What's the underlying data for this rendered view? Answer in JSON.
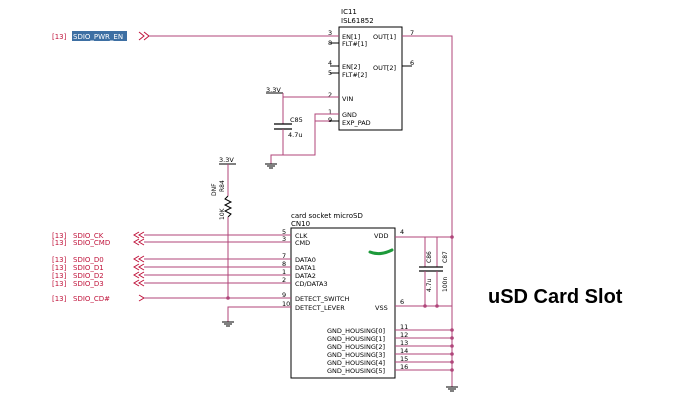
{
  "title": "uSD Card Slot",
  "ic11": {
    "ref": "IC11",
    "part": "ISL61852",
    "pins_left": [
      {
        "num": "3",
        "name": "EN[1]"
      },
      {
        "num": "8",
        "name": "FLT#[1]"
      },
      {
        "num": "4",
        "name": "EN[2]"
      },
      {
        "num": "5",
        "name": "FLT#[2]"
      },
      {
        "num": "2",
        "name": "VIN"
      },
      {
        "num": "1",
        "name": "GND"
      },
      {
        "num": "9",
        "name": "EXP_PAD"
      }
    ],
    "pins_right": [
      {
        "num": "7",
        "name": "OUT[1]"
      },
      {
        "num": "6",
        "name": "OUT[2]"
      }
    ]
  },
  "nets": {
    "sdio_pwr_en": {
      "sheet": "[13]",
      "name": "SDIO_PWR_EN"
    },
    "left": [
      {
        "sheet": "[13]",
        "name": "SDIO_CK"
      },
      {
        "sheet": "[13]",
        "name": "SDIO_CMD"
      },
      {
        "sheet": "[13]",
        "name": "SDIO_D0"
      },
      {
        "sheet": "[13]",
        "name": "SDIO_D1"
      },
      {
        "sheet": "[13]",
        "name": "SDIO_D2"
      },
      {
        "sheet": "[13]",
        "name": "SDIO_D3"
      },
      {
        "sheet": "[13]",
        "name": "SDIO_CD#"
      }
    ]
  },
  "power": {
    "v1": "3.3V",
    "v2": "3.3V"
  },
  "c85": {
    "ref": "C85",
    "value": "4.7u"
  },
  "c86": {
    "ref": "C86",
    "value": "4.7u"
  },
  "c87": {
    "ref": "C87",
    "value": "100n"
  },
  "r84": {
    "ref": "R84",
    "value": "10K",
    "dnf": "DNF"
  },
  "cn10": {
    "desc": "card socket microSD",
    "ref": "CN10",
    "pins_left": [
      {
        "num": "5",
        "name": "CLK"
      },
      {
        "num": "3",
        "name": "CMD"
      },
      {
        "num": "7",
        "name": "DATA0"
      },
      {
        "num": "8",
        "name": "DATA1"
      },
      {
        "num": "1",
        "name": "DATA2"
      },
      {
        "num": "2",
        "name": "CD/DATA3"
      },
      {
        "num": "9",
        "name": "DETECT_SWITCH"
      },
      {
        "num": "10",
        "name": "DETECT_LEVER"
      }
    ],
    "vdd": {
      "num": "4",
      "name": "VDD"
    },
    "vss": {
      "num": "6",
      "name": "VSS"
    },
    "housing": [
      {
        "num": "11",
        "name": "GND_HOUSING[0]"
      },
      {
        "num": "12",
        "name": "GND_HOUSING[1]"
      },
      {
        "num": "13",
        "name": "GND_HOUSING[2]"
      },
      {
        "num": "14",
        "name": "GND_HOUSING[3]"
      },
      {
        "num": "15",
        "name": "GND_HOUSING[4]"
      },
      {
        "num": "16",
        "name": "GND_HOUSING[5]"
      }
    ]
  },
  "colors": {
    "wire": "#b0457a",
    "net_text": "#c0143c",
    "highlight": "#3d6fa3",
    "vdd_mark": "#1d9a3a"
  }
}
